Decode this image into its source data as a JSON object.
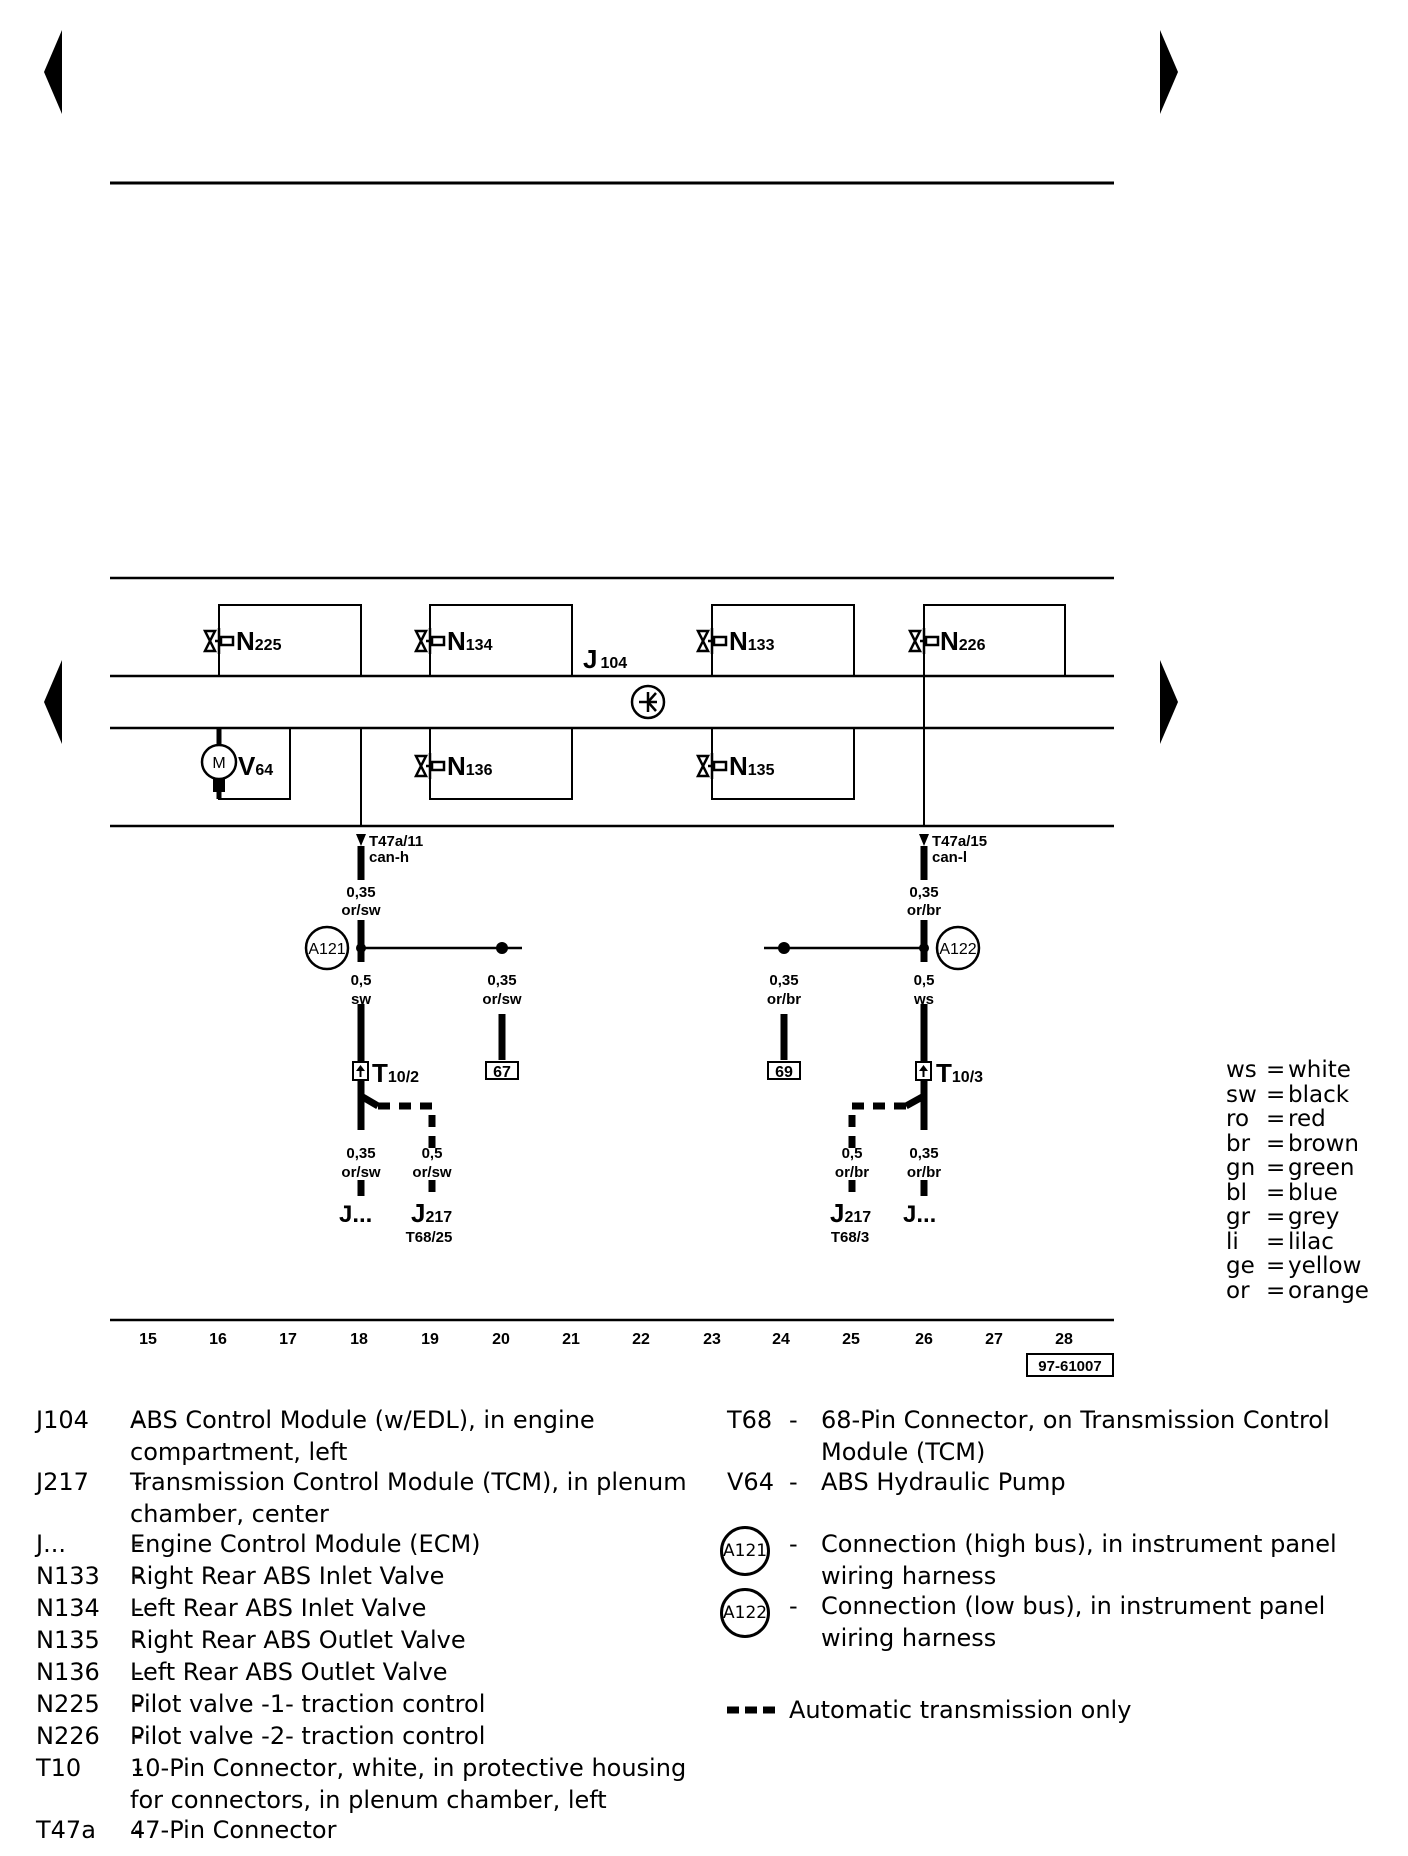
{
  "components": {
    "n225": "N",
    "n225_sub": "225",
    "n134": "N",
    "n134_sub": "134",
    "n133": "N",
    "n133_sub": "133",
    "n226": "N",
    "n226_sub": "226",
    "n136": "N",
    "n136_sub": "136",
    "n135": "N",
    "n135_sub": "135",
    "v64": "V",
    "v64_sub": "64",
    "j104": "J",
    "j104_sub": "104",
    "motor_letter": "M"
  },
  "pins": {
    "left_pin": "T47a/11",
    "left_sig": "can-h",
    "right_pin": "T47a/15",
    "right_sig": "can-l"
  },
  "wires": {
    "w1_size": "0,35",
    "w1_col": "or/sw",
    "w2_size": "0,35",
    "w2_col": "or/br",
    "w3_size": "0,5",
    "w3_col": "sw",
    "w4_size": "0,35",
    "w4_col": "or/sw",
    "w5_size": "0,35",
    "w5_col": "or/br",
    "w6_size": "0,5",
    "w6_col": "ws",
    "w7_size": "0,35",
    "w7_col": "or/sw",
    "w8_size": "0,5",
    "w8_col": "or/sw",
    "w9_size": "0,5",
    "w9_col": "or/br",
    "w10_size": "0,35",
    "w10_col": "or/br"
  },
  "connections": {
    "a121": "A121",
    "a122": "A122"
  },
  "connectors": {
    "t10_2": "T",
    "t10_2_sub": "10/2",
    "t10_3": "T",
    "t10_3_sub": "10/3",
    "ref67": "67",
    "ref69": "69"
  },
  "ends": {
    "j_left": "J...",
    "j_right": "J...",
    "j217": "J",
    "j217_sub": "217",
    "j217_pin_left": "T68/25",
    "j217_pin_right": "T68/3"
  },
  "grid": {
    "numbers": [
      "15",
      "16",
      "17",
      "18",
      "19",
      "20",
      "21",
      "22",
      "23",
      "24",
      "25",
      "26",
      "27",
      "28"
    ],
    "figure_id": "97-61007"
  },
  "color_key": [
    {
      "code": "ws",
      "name": "white"
    },
    {
      "code": "sw",
      "name": "black"
    },
    {
      "code": "ro",
      "name": "red"
    },
    {
      "code": "br",
      "name": "brown"
    },
    {
      "code": "gn",
      "name": "green"
    },
    {
      "code": "bl",
      "name": "blue"
    },
    {
      "code": "gr",
      "name": "grey"
    },
    {
      "code": "li",
      "name": "lilac"
    },
    {
      "code": "ge",
      "name": "yellow"
    },
    {
      "code": "or",
      "name": "orange"
    }
  ],
  "legend_left": [
    {
      "code": "J104",
      "desc": "ABS Control Module (w/EDL), in engine compartment, left"
    },
    {
      "code": "J217",
      "desc": "Transmission Control Module (TCM), in plenum chamber, center"
    },
    {
      "code": "J...",
      "desc": "Engine Control Module (ECM)"
    },
    {
      "code": "N133",
      "desc": "Right Rear ABS Inlet Valve"
    },
    {
      "code": "N134",
      "desc": "Left Rear ABS Inlet Valve"
    },
    {
      "code": "N135",
      "desc": "Right Rear ABS Outlet Valve"
    },
    {
      "code": "N136",
      "desc": "Left Rear ABS Outlet Valve"
    },
    {
      "code": "N225",
      "desc": "Pilot valve -1- traction control"
    },
    {
      "code": "N226",
      "desc": "Pilot valve -2- traction control"
    },
    {
      "code": "T10",
      "desc": "10-Pin Connector, white, in protective housing for connectors, in plenum chamber, left"
    },
    {
      "code": "T47a",
      "desc": "47-Pin Connector"
    }
  ],
  "legend_right": [
    {
      "code": "T68",
      "desc": "68-Pin Connector, on Transmission Control Module (TCM)"
    },
    {
      "code": "V64",
      "desc": "ABS Hydraulic Pump"
    }
  ],
  "legend_circles": [
    {
      "code": "A121",
      "desc": "Connection (high bus), in instrument panel wiring harness"
    },
    {
      "code": "A122",
      "desc": "Connection (low bus), in instrument panel wiring harness"
    }
  ],
  "legend_dashed": "Automatic transmission only",
  "legend_separator": "-"
}
